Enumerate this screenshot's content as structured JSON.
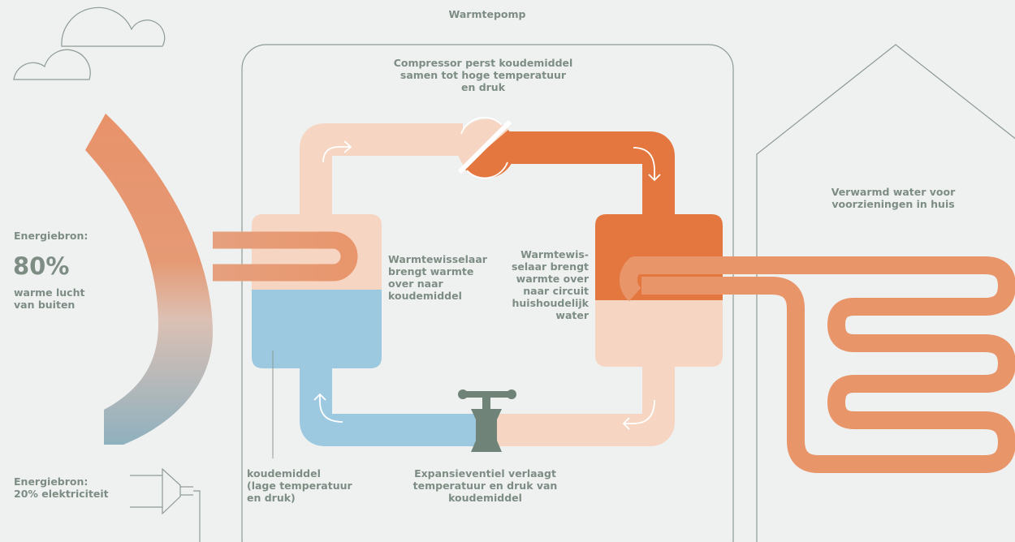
{
  "title": "Warmtepomp",
  "compressor_text": "Compressor perst koudemiddel\nsamen tot hoge temperatuur\nen druk",
  "energy_source": {
    "label": "Energiebron:",
    "percent": "80%",
    "description": "warme lucht\nvan buiten"
  },
  "electricity": "Energiebron:\n20% elektriciteit",
  "heat_exchanger_left": "Warmtewisselaar\nbrengt warmte\nover naar\nkoudemiddel",
  "heat_exchanger_right": "Warmtewis-\nselaar brengt\nwarmte over\nnaar circuit\nhuishoudelijk\nwater",
  "refrigerant_note": "koudemiddel\n(lage temperatuur\nen druk)",
  "expansion_valve": "Expansieventiel verlaagt\ntemperatuur en druk van\nkoudemiddel",
  "house_text": "Verwarmd water voor\nvoorzieningen in huis",
  "colors": {
    "hot": "#e4773f",
    "warm": "#e8956a",
    "light": "#f6d6c3",
    "cold": "#9cc9e0",
    "source_bottom": "#8fb1bf",
    "line": "#8d9b93",
    "valve": "#6f8379",
    "background": "#eff1f0"
  }
}
